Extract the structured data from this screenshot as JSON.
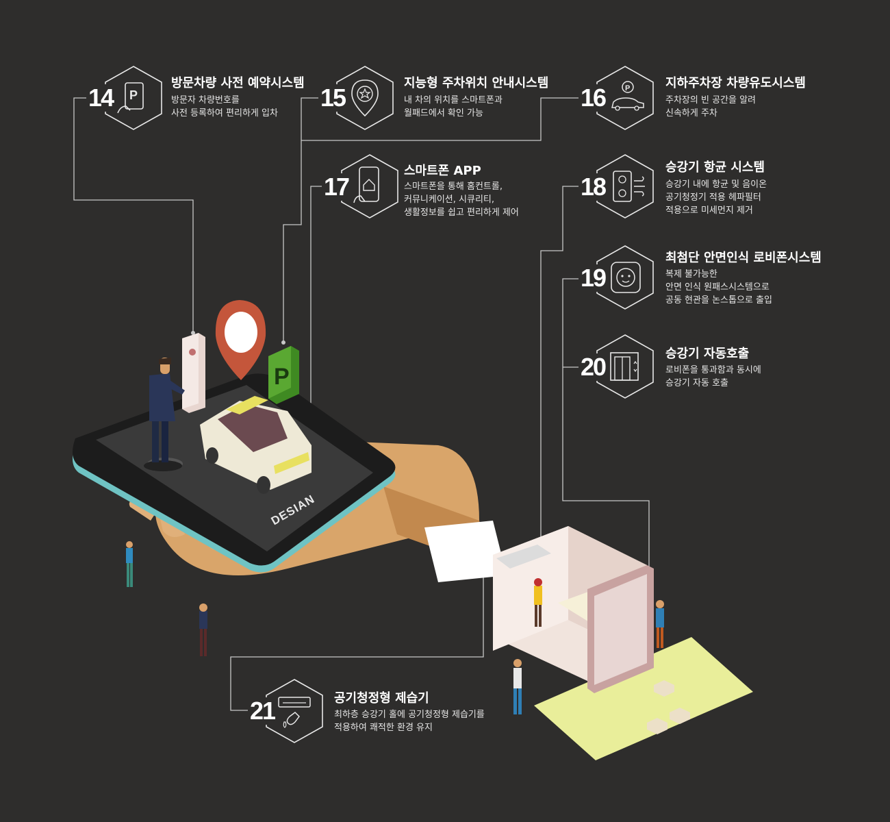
{
  "features": [
    {
      "number": "14",
      "title": "방문차량 사전 예약시스템",
      "desc": [
        "방문자 차량번호를",
        "사전 등록하여 편리하게 입차"
      ],
      "icon": "parking-phone-icon"
    },
    {
      "number": "15",
      "title": "지능형 주차위치 안내시스템",
      "desc": [
        "내 차의 위치를 스마트폰과",
        "월패드에서 확인 가능"
      ],
      "icon": "location-star-icon"
    },
    {
      "number": "16",
      "title": "지하주차장 차량유도시스템",
      "desc": [
        "주차장의 빈 공간을 알려",
        "신속하게 주차"
      ],
      "icon": "parking-car-icon"
    },
    {
      "number": "17",
      "title": "스마트폰 APP",
      "desc": [
        "스마트폰을 통해 홈컨트롤,",
        "커뮤니케이션, 시큐리티,",
        "생활정보를 쉽고 편리하게 제어"
      ],
      "icon": "smartphone-home-icon"
    },
    {
      "number": "18",
      "title": "승강기 항균 시스템",
      "desc": [
        "승강기 내에 항균 및 음이온",
        "공기청정기 적용 헤파필터",
        "적용으로 미세먼지 제거"
      ],
      "icon": "elevator-air-icon"
    },
    {
      "number": "19",
      "title": "최첨단 안면인식 로비폰시스템",
      "desc": [
        "복제 불가능한",
        "안면 인식 원패스시스템으로",
        "공동 현관을 논스톱으로 출입"
      ],
      "icon": "face-recognition-icon"
    },
    {
      "number": "20",
      "title": "승강기 자동호출",
      "desc": [
        "로비폰을 통과함과 동시에",
        "승강기 자동 호출"
      ],
      "icon": "elevator-door-icon"
    },
    {
      "number": "21",
      "title": "공기청정형 제습기",
      "desc": [
        "최하층 승강기 홀에 공기청정형 제습기를",
        "적용하여 쾌적한 환경 유지"
      ],
      "icon": "dehumidifier-icon"
    }
  ],
  "brand": "DESIAN",
  "illustration": {
    "parking_sign": "P"
  },
  "colors": {
    "background": "#2e2d2c",
    "line": "#c8c8c8",
    "pin": "#c4563b",
    "parking_green": "#5aa832",
    "lawn": "#e9ee9a",
    "skin": "#d9a56a"
  }
}
